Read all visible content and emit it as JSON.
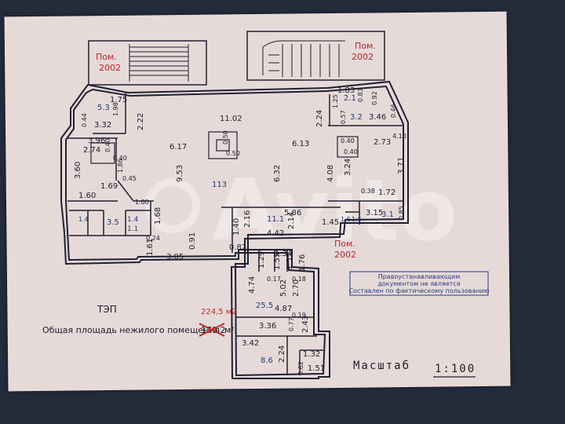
{
  "plan": {
    "room_ref_label_top_left": [
      "Пом.",
      "2002"
    ],
    "room_ref_label_top_right": [
      "Пом.",
      "2002"
    ],
    "room_ref_label_right": [
      "Пом.",
      "2002"
    ],
    "rooms": {
      "r_5_3": "5.3",
      "r_113": "113",
      "r_11_1": "11.1",
      "r_25_5": "25.5",
      "r_8_6": "8.6",
      "r_3_5": "3.5",
      "r_1_4": "1.4",
      "r_1_4b": "1.4",
      "r_1_1": "1.1",
      "r_2_1": "2.1",
      "r_3_2": "3.2",
      "r_3_1": "3.1",
      "r_1_6a": "1.6",
      "r_1_6b": "1.6"
    },
    "dims": {
      "d_11_02": "11.02",
      "d_1_75": "1.75",
      "d_1_98": "1.98",
      "d_0_44": "0.44",
      "d_3_32": "3.32",
      "d_2_22": "2.22",
      "d_2_24": "2.24",
      "d_1_83": "1.83",
      "d_1_25": "1.25",
      "d_0_83": "0.83",
      "d_0_92": "0.92",
      "d_0_46": "0.46",
      "d_0_57": "0.57",
      "d_3_46": "3.46",
      "d_3_96": "3.96",
      "d_2_74": "2.74",
      "d_0_40a": "0.40",
      "d_0_40b": "0.40",
      "d_6_17": "6.17",
      "d_0_50a": "0.50",
      "d_0_50b": "0.50",
      "d_6_13": "6.13",
      "d_0_40c": "0.40",
      "d_0_40d": "0.40",
      "d_2_73": "2.73",
      "d_4_10": "4.10",
      "d_3_60": "3.60",
      "d_1_86": "1.86",
      "d_9_53": "9.53",
      "d_6_32": "6.32",
      "d_4_08": "4.08",
      "d_3_24": "3.24",
      "d_3_71": "3.71",
      "d_1_69": "1.69",
      "d_0_45": "0.45",
      "d_1_60": "1.60",
      "d_0_38": "0.38",
      "d_1_72": "1.72",
      "d_1_00": "1.00",
      "d_5_86": "5.86",
      "d_1_68": "1.68",
      "d_2_16": "2.16",
      "d_2_14": "2.14",
      "d_3_15": "3.15",
      "d_0_85": "0.85",
      "d_1_40": "1.40",
      "d_4_42": "4.42",
      "d_1_45": "1.45",
      "d_0_24": "0.24",
      "d_1_61": "1.61",
      "d_0_91": "0.91",
      "d_3_05": "3.05",
      "d_0_82": "0.82",
      "d_1_34": "1.34",
      "d_1_29": "1.29",
      "d_1_55a": "1.55",
      "d_1_55b": "1.55",
      "d_1_76": "1.76",
      "d_0_17": "0.17",
      "d_0_18": "0.18",
      "d_4_74": "4.74",
      "d_5_02": "5.02",
      "d_2_70": "2.70",
      "d_4_87": "4.87",
      "d_0_19": "0.19",
      "d_3_36": "3.36",
      "d_0_77": "0.77",
      "d_2_43": "2.43",
      "d_3_42": "3.42",
      "d_1_32": "1.32",
      "d_2_24b": "2.24",
      "d_0_62": "0.62",
      "d_1_51": "1.51"
    }
  },
  "tep": {
    "title": "ТЭП",
    "area_label": "Общая площадь нежилого помещения",
    "area_old_value": "179.2",
    "area_unit": "м²",
    "area_new_value": "224,5 м2"
  },
  "scale": {
    "label": "Масштаб",
    "value": "1:100"
  },
  "note_box": {
    "lines": [
      "Правоустанавливающим",
      "документом не является",
      "Составлен по фактическому пользованию"
    ]
  },
  "watermark": {
    "text": "Avito"
  }
}
